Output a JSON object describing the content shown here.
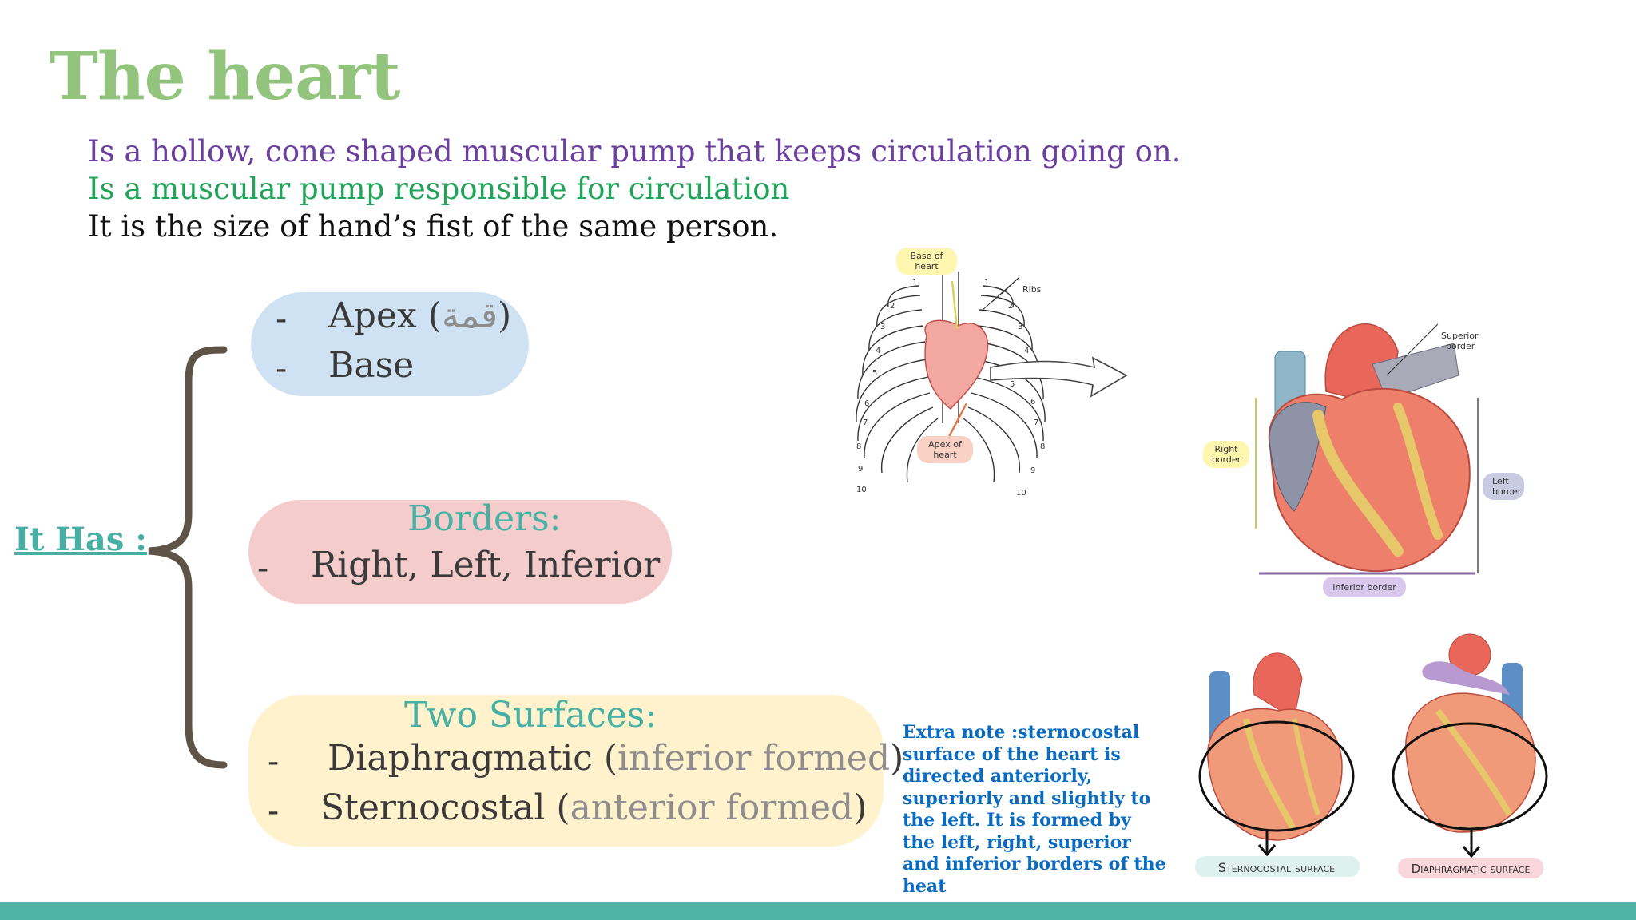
{
  "title": "The heart",
  "intro": {
    "line1": "Is a hollow, cone shaped muscular  pump that keeps circulation going on.",
    "line2": "Is a muscular pump responsible for circulation",
    "line3": "It is the size of hand’s fist of the same person."
  },
  "it_has_label": "It Has :",
  "apex_base": {
    "dash": "-",
    "item1": "Apex (",
    "item1_arabic": "قمة",
    "item1_close": ")",
    "item2": "Base"
  },
  "borders": {
    "heading": "Borders:",
    "dash": "-",
    "items": "Right,  Left,  Inferior"
  },
  "surfaces": {
    "heading": "Two Surfaces:",
    "dash": "-",
    "item1_name": "Diaphragmatic  (",
    "item1_note": "inferior formed",
    "item1_close": ")",
    "item2_name": "Sternocostal (",
    "item2_note": "anterior formed",
    "item2_close": ")"
  },
  "extra_note": "Extra note :sternocostal surface of the heart is directed anteriorly, superiorly and slightly to the left. It is formed by the left, right, superior and inferior borders of the heat",
  "figure_ribcage": {
    "base_label_1": "Base of",
    "base_label_2": "heart",
    "ribs_label": "Ribs",
    "apex_label_1": "Apex of",
    "apex_label_2": "heart",
    "rib_numbers": [
      "1",
      "1",
      "2",
      "2",
      "3",
      "3",
      "4",
      "4",
      "5",
      "5",
      "6",
      "6",
      "7",
      "7",
      "8",
      "8",
      "9",
      "9",
      "10",
      "10"
    ]
  },
  "figure_heart": {
    "superior_1": "Superior",
    "superior_2": "border",
    "right_1": "Right",
    "right_2": "border",
    "left_1": "Left",
    "left_2": "border",
    "inferior": "Inferior border"
  },
  "figure_surfaces": {
    "sternocostal": "Sternocostal surface",
    "diaphragmatic": "Diaphragmatic surface"
  },
  "colors": {
    "title": "#93c47d",
    "purple": "#6b3fa0",
    "green": "#21a35a",
    "teal": "#45b0a3",
    "blue_pill": "#cfe2f3",
    "pink_pill": "#f4cccc",
    "yellow_pill": "#fff2cc",
    "note_blue": "#0b6bbf",
    "bottom_bar": "#4fb3a5"
  }
}
